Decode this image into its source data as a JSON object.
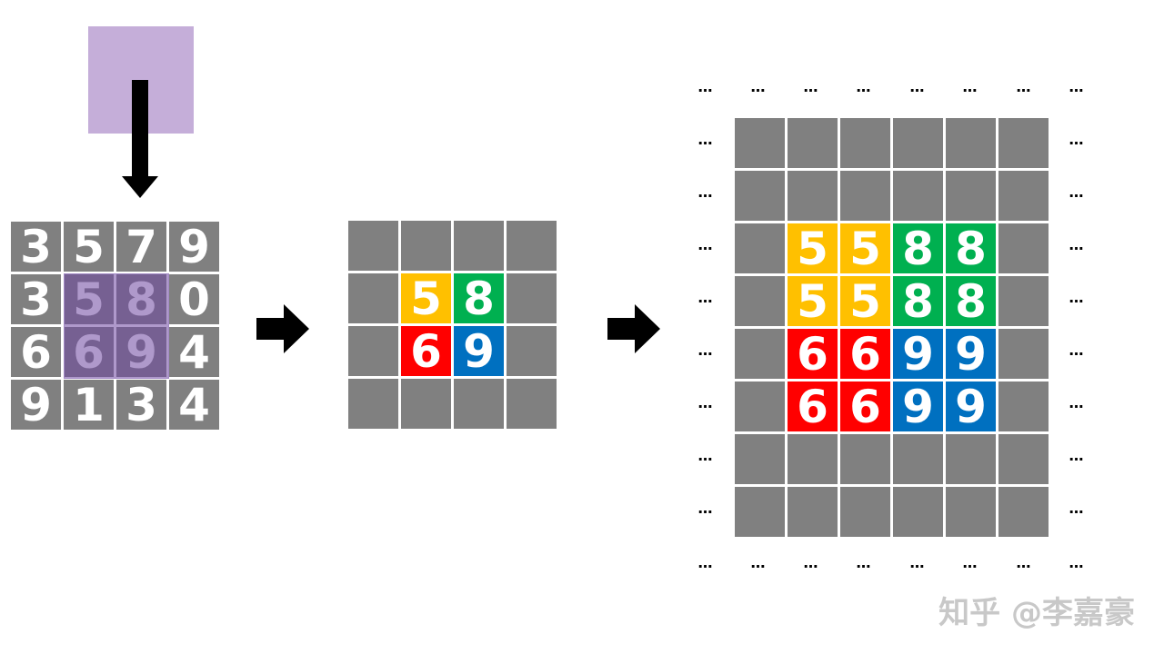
{
  "input_grid": [
    [
      "3",
      "5",
      "7",
      "9"
    ],
    [
      "3",
      "5",
      "8",
      "0"
    ],
    [
      "6",
      "6",
      "9",
      "4"
    ],
    [
      "9",
      "1",
      "3",
      "4"
    ]
  ],
  "pooled_values": [
    [
      "5",
      "8"
    ],
    [
      "6",
      "9"
    ]
  ],
  "upsampled_values": [
    [
      "5",
      "5",
      "8",
      "8"
    ],
    [
      "5",
      "5",
      "8",
      "8"
    ],
    [
      "6",
      "6",
      "9",
      "9"
    ],
    [
      "6",
      "6",
      "9",
      "9"
    ]
  ],
  "colors": {
    "gray": "#808080",
    "yellow": "#ffc000",
    "green": "#00b050",
    "red": "#ff0000",
    "blue": "#0070c0",
    "kernel": "#c5aed9"
  },
  "value_colors": {
    "5": "#ffc000",
    "8": "#00b050",
    "6": "#ff0000",
    "9": "#0070c0"
  },
  "ellipsis": "…",
  "watermark": "知乎 @李嘉豪"
}
